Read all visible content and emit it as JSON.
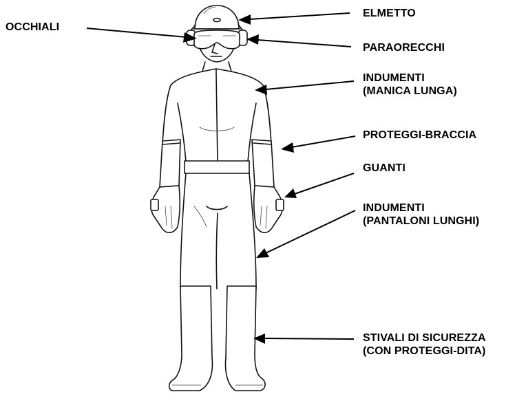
{
  "labels": {
    "helmet": "ELMETTO",
    "goggles": "OCCHIALI",
    "ear_protectors": "PARAORECCHI",
    "clothing_sleeves_l1": "INDUMENTI",
    "clothing_sleeves_l2": "(MANICA LUNGA)",
    "arm_guards": "PROTEGGI-BRACCIA",
    "gloves": "GUANTI",
    "clothing_trousers_l1": "INDUMENTI",
    "clothing_trousers_l2": "(PANTALONI LUNGHI)",
    "boots_l1": "STIVALI DI SICUREZZA",
    "boots_l2": "(CON PROTEGGI-DITA)"
  }
}
